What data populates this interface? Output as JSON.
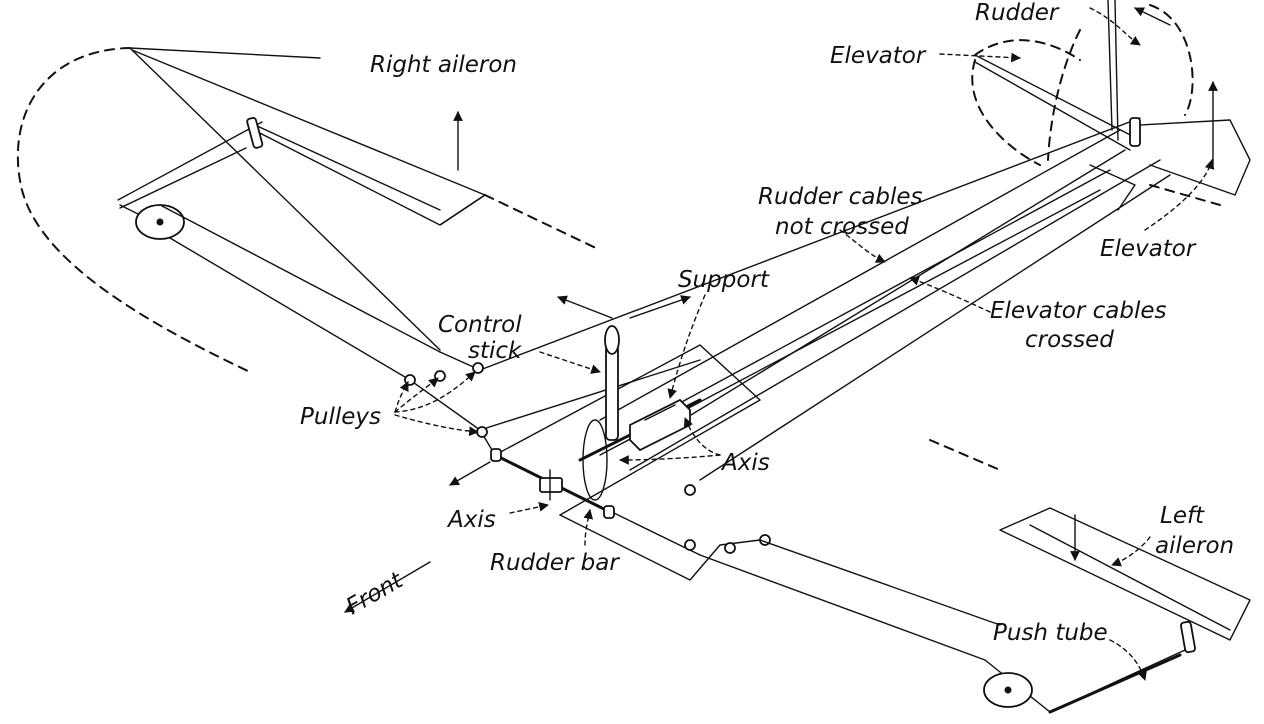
{
  "labels": {
    "rudder_top": "Rudder",
    "elevator_top": "Elevator",
    "right_aileron": "Right aileron",
    "rudder_cables_line1": "Rudder cables",
    "rudder_cables_line2": "not crossed",
    "elevator_right": "Elevator",
    "support": "Support",
    "elevator_cables_line1": "Elevator cables",
    "elevator_cables_line2": "crossed",
    "control_stick_line1": "Control",
    "control_stick_line2": "stick",
    "pulleys": "Pulleys",
    "axis_stick": "Axis",
    "axis_bar": "Axis",
    "rudder_bar": "Rudder bar",
    "front": "Front",
    "left_aileron_line1": "Left",
    "left_aileron_line2": "aileron",
    "push_tube": "Push tube"
  }
}
